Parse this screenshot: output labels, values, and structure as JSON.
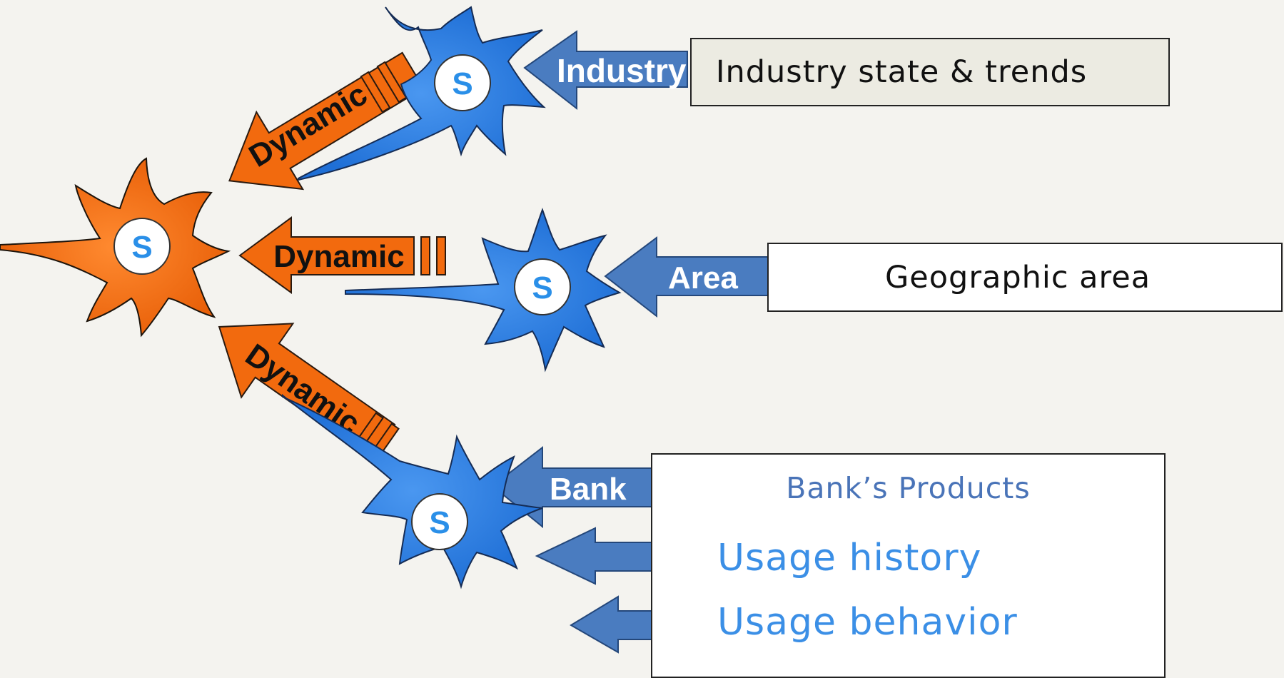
{
  "nodes": {
    "main_letter": "S",
    "industry_letter": "S",
    "area_letter": "S",
    "bank_letter": "S"
  },
  "arrows": {
    "dynamic_top": "Dynamic",
    "dynamic_mid": "Dynamic",
    "dynamic_bottom": "Dynamic",
    "industry": "Industry",
    "area": "Area",
    "bank": "Bank"
  },
  "boxes": {
    "industry": "Industry state & trends",
    "geo": "Geographic area",
    "bank_title": "Bank’s Products",
    "usage_history": "Usage history",
    "usage_behavior": "Usage behavior"
  },
  "colors": {
    "background": "#f4f3ef",
    "neuron_orange": "#f26a0e",
    "neuron_blue": "#2f7fe0",
    "arrow_blue": "#4a7cc0",
    "arrow_orange": "#f26a0e",
    "bank_text": "#4a74b8",
    "usage_text": "#3b8fe6"
  }
}
